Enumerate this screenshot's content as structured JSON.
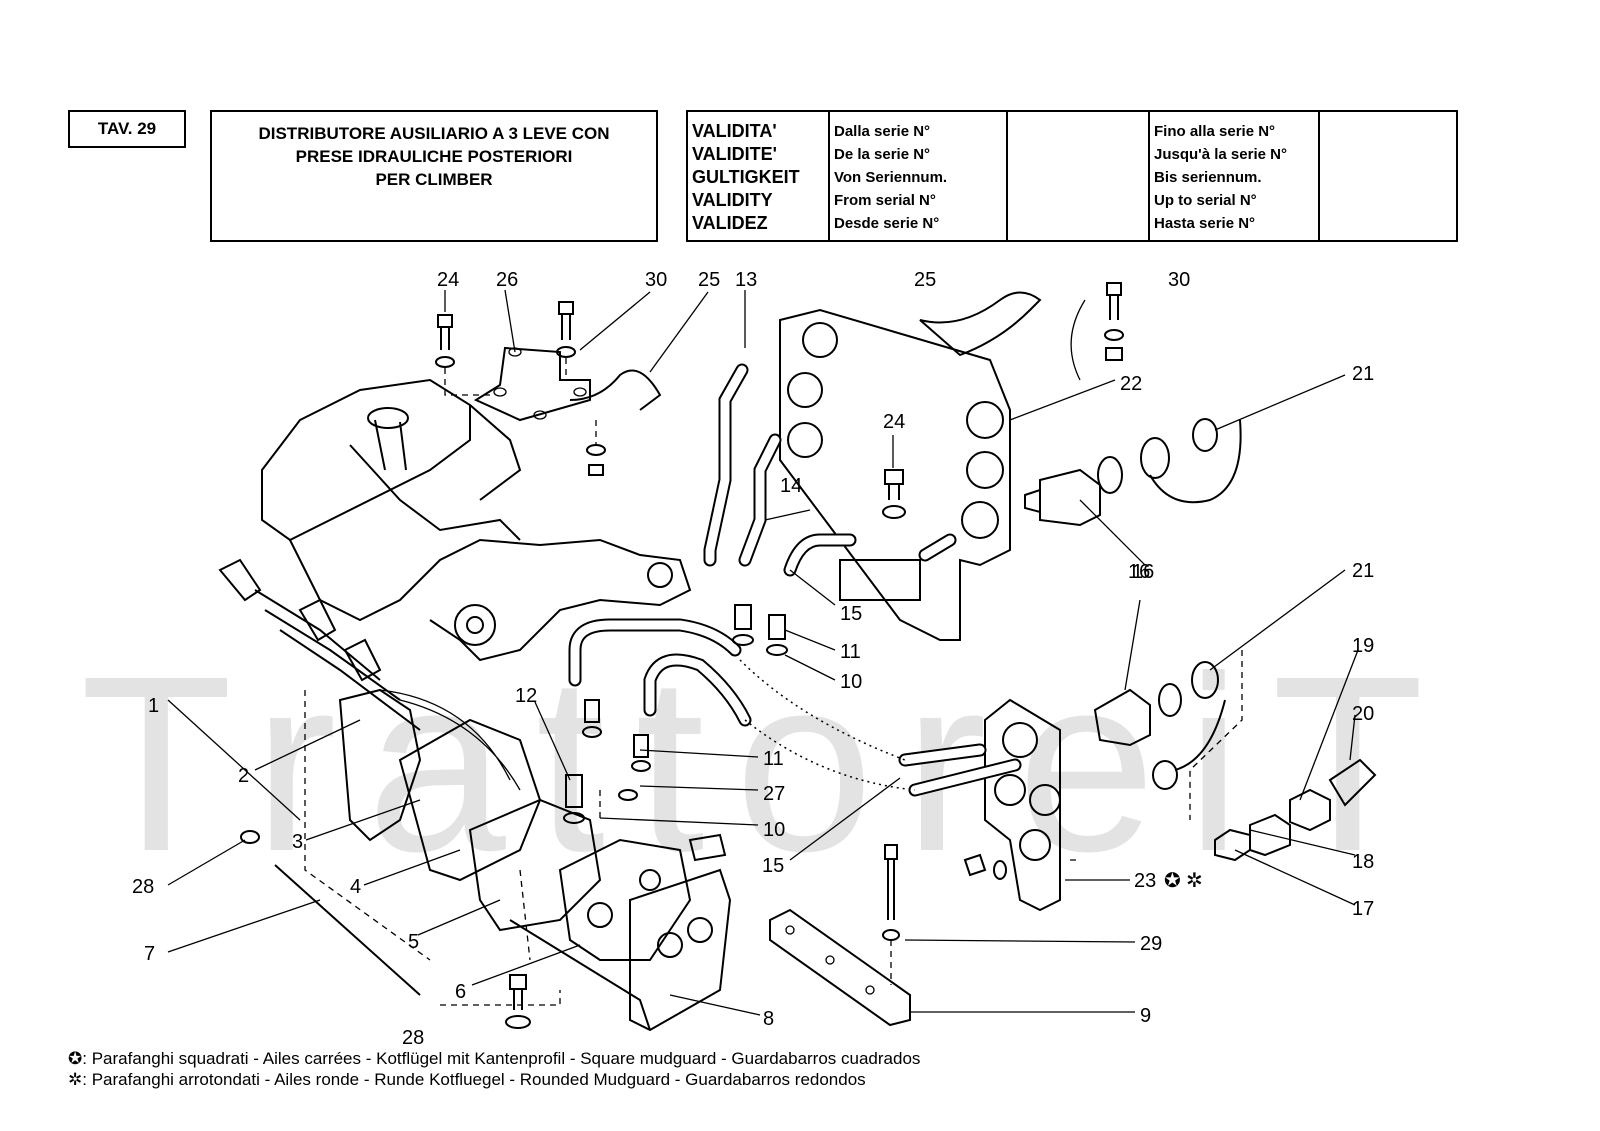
{
  "table_id": "TAV. 29",
  "title_lines": [
    "DISTRIBUTORE AUSILIARIO A 3 LEVE  CON",
    "PRESE IDRAULICHE POSTERIORI",
    "PER CLIMBER"
  ],
  "validity": {
    "labels": [
      "VALIDITA'",
      "VALIDITE'",
      "GULTIGKEIT",
      "VALIDITY",
      "VALIDEZ"
    ],
    "from_labels": [
      "Dalla serie N°",
      "De la serie N°",
      "Von  Seriennum.",
      "From serial N°",
      "Desde serie N°"
    ],
    "from_value": "",
    "to_labels": [
      "Fino alla serie N°",
      "Jusqu'à la serie N°",
      "Bis seriennum.",
      "Up to serial N°",
      "Hasta serie N°"
    ],
    "to_value": ""
  },
  "watermark": "TrattoreiT",
  "callouts": {
    "c24a": "24",
    "c26": "26",
    "c30a": "30",
    "c25a": "25",
    "c13": "13",
    "c25b": "25",
    "c30b": "30",
    "c22": "22",
    "c21a": "21",
    "c24b": "24",
    "c14": "14",
    "c16a": "16",
    "c15a": "15",
    "c11a": "11",
    "c10a": "10",
    "c21b": "21",
    "c16b": "16",
    "c19": "19",
    "c20": "20",
    "c1": "1",
    "c12": "12",
    "c2": "2",
    "c11b": "11",
    "c27": "27",
    "c3": "3",
    "c10b": "10",
    "c18": "18",
    "c15b": "15",
    "c28a": "28",
    "c4": "4",
    "c23": "23",
    "c17": "17",
    "c7": "7",
    "c5": "5",
    "c29": "29",
    "c6": "6",
    "c8": "8",
    "c9": "9",
    "c28b": "28"
  },
  "legend": {
    "square_symbol": "✪",
    "square_text": ": Parafanghi squadrati - Ailes carrées - Kotflügel mit Kantenprofil - Square mudguard - Guardabarros cuadrados",
    "round_symbol": "✲",
    "round_text": ": Parafanghi arrotondati  -  Ailes ronde  -  Runde Kotfluegel  -  Rounded Mudguard  -  Guardabarros redondos"
  }
}
